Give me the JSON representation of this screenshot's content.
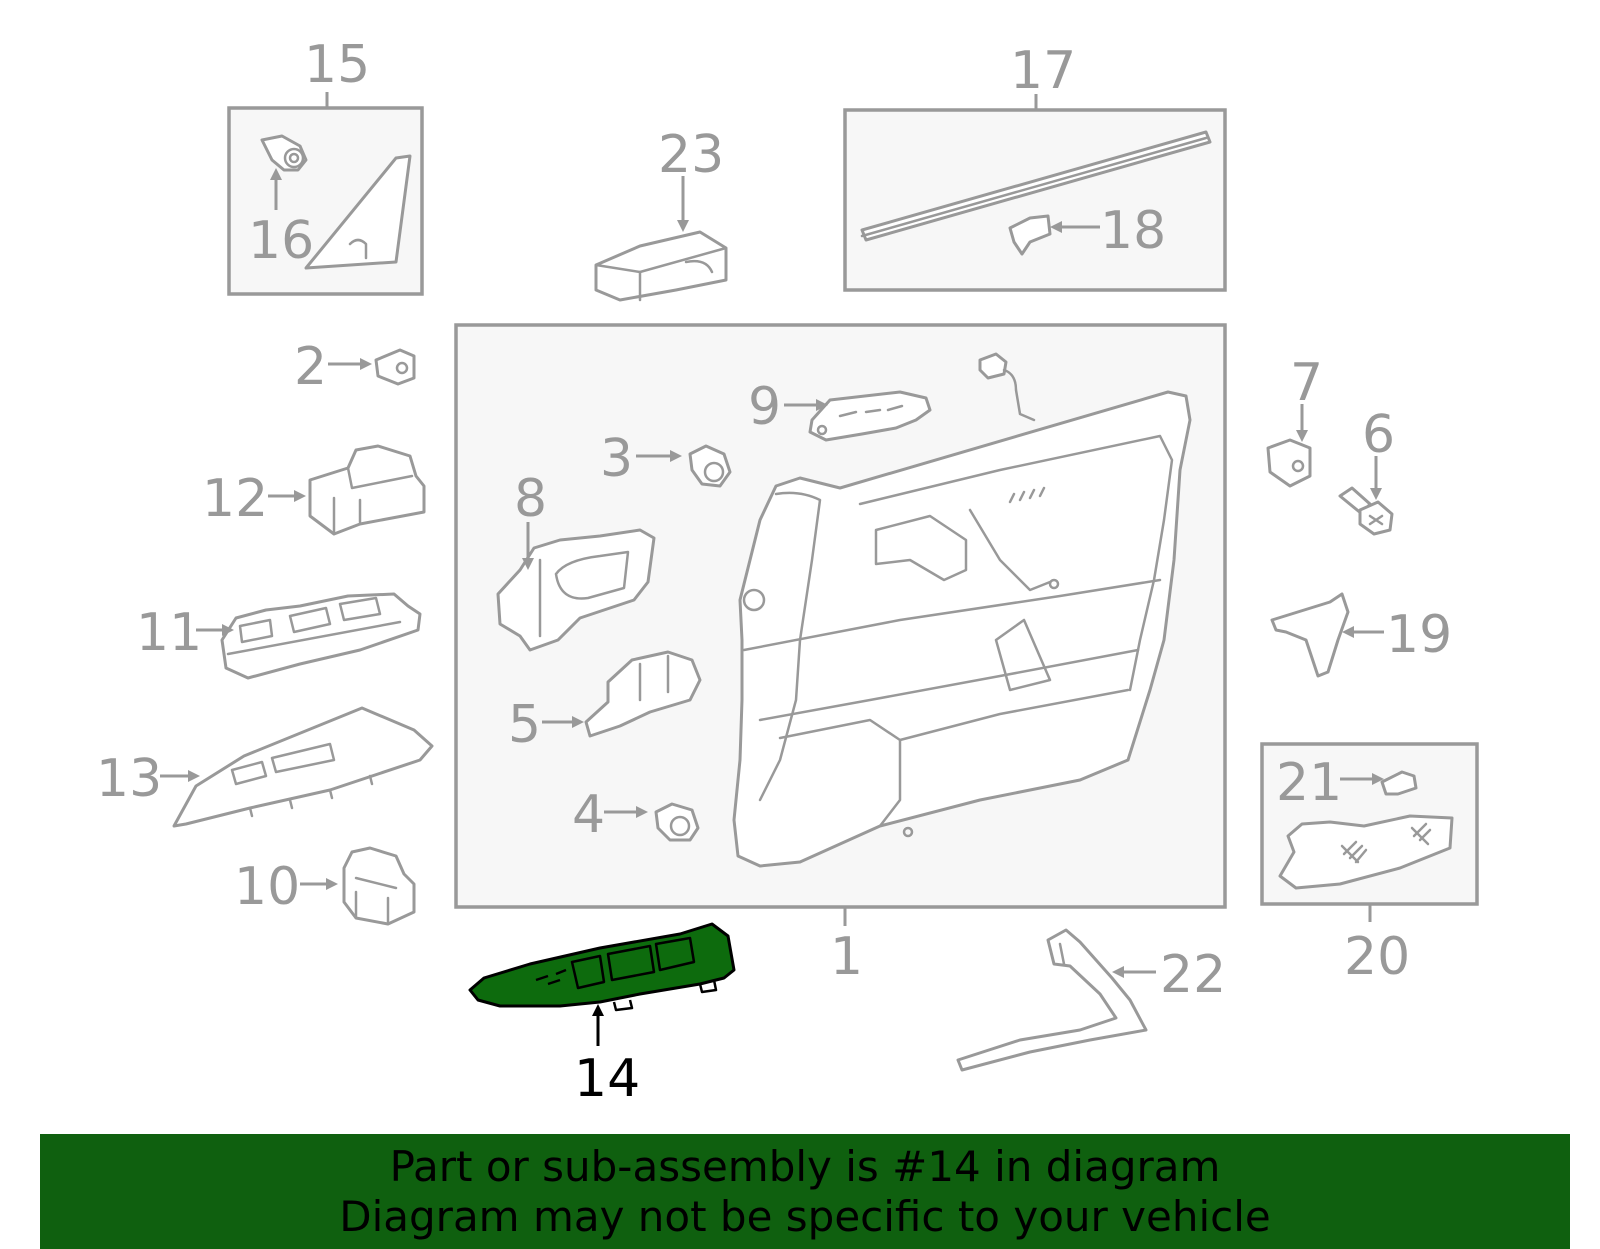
{
  "colors": {
    "part_outline": "#999999",
    "highlight_fill": "#0d6b0d",
    "banner_background": "#0f600f",
    "banner_text": "#000000"
  },
  "callouts": {
    "c1": "1",
    "c2": "2",
    "c3": "3",
    "c4": "4",
    "c5": "5",
    "c6": "6",
    "c7": "7",
    "c8": "8",
    "c9": "9",
    "c10": "10",
    "c11": "11",
    "c12": "12",
    "c13": "13",
    "c14": "14",
    "c15": "15",
    "c16": "16",
    "c17": "17",
    "c18": "18",
    "c19": "19",
    "c20": "20",
    "c21": "21",
    "c22": "22",
    "c23": "23"
  },
  "highlighted_part": "14",
  "banner": {
    "line1": "Part or sub-assembly is #14 in diagram",
    "line2": "Diagram may not be specific to your vehicle"
  }
}
